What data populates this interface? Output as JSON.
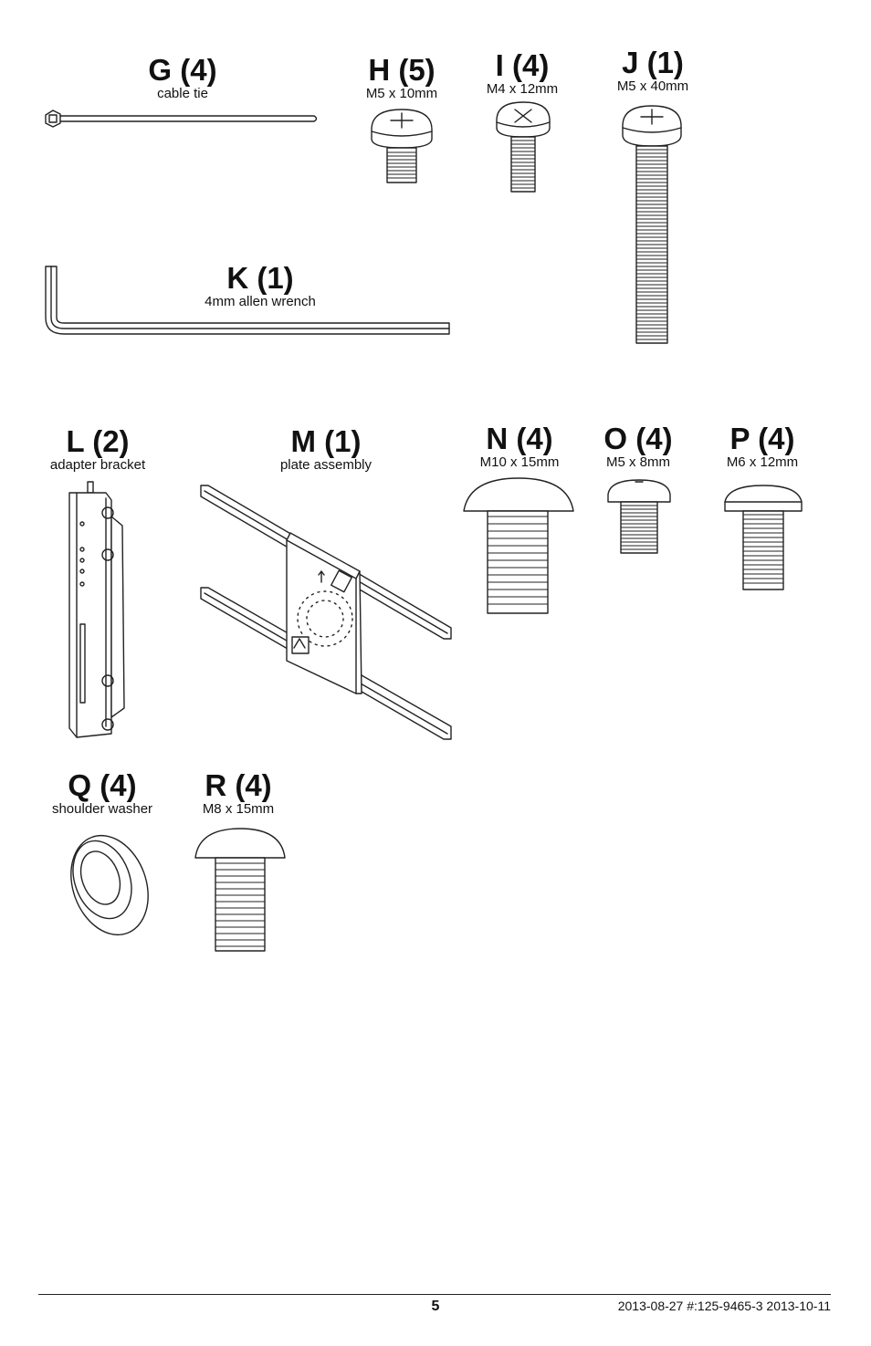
{
  "parts": {
    "G": {
      "title": "G (4)",
      "subtitle": "cable tie",
      "icon": "cable-tie-icon"
    },
    "H": {
      "title": "H (5)",
      "subtitle": "M5 x 10mm",
      "icon": "screw-icon"
    },
    "I": {
      "title": "I (4)",
      "subtitle": "M4 x 12mm",
      "icon": "screw-icon"
    },
    "J": {
      "title": "J (1)",
      "subtitle": "M5 x 40mm",
      "icon": "screw-icon"
    },
    "K": {
      "title": "K (1)",
      "subtitle": "4mm allen wrench",
      "icon": "allen-wrench-icon"
    },
    "L": {
      "title": "L (2)",
      "subtitle": "adapter bracket",
      "icon": "adapter-bracket-icon"
    },
    "M": {
      "title": "M (1)",
      "subtitle": "plate assembly",
      "icon": "plate-assembly-icon"
    },
    "N": {
      "title": "N (4)",
      "subtitle": "M10 x 15mm",
      "icon": "bolt-icon"
    },
    "O": {
      "title": "O (4)",
      "subtitle": "M5 x 8mm",
      "icon": "screw-icon"
    },
    "P": {
      "title": "P (4)",
      "subtitle": "M6 x 12mm",
      "icon": "screw-icon"
    },
    "Q": {
      "title": "Q (4)",
      "subtitle": "shoulder washer",
      "icon": "washer-icon"
    },
    "R": {
      "title": "R (4)",
      "subtitle": "M8 x 15mm",
      "icon": "bolt-icon"
    }
  },
  "footer": {
    "page_number": "5",
    "doc_info": "2013-08-27    #:125-9465-3  2013-10-11"
  }
}
